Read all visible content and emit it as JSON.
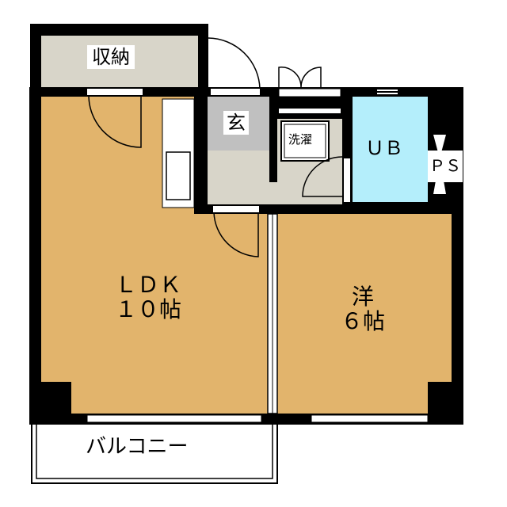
{
  "rooms": {
    "storage": "収納",
    "entrance": "玄",
    "laundry": "洗濯",
    "bath": "ＵＢ",
    "ps": "ＰＳ",
    "ldk_name": "ＬＤＫ",
    "ldk_size": "１０帖",
    "western_name": "洋",
    "western_size": "６帖",
    "balcony": "バルコニー"
  },
  "colors": {
    "wall": "#000000",
    "ldk": "#e2b46c",
    "storage": "#d8d5c9",
    "entrance": "#c0c0c0",
    "bath": "#b4eefb"
  }
}
